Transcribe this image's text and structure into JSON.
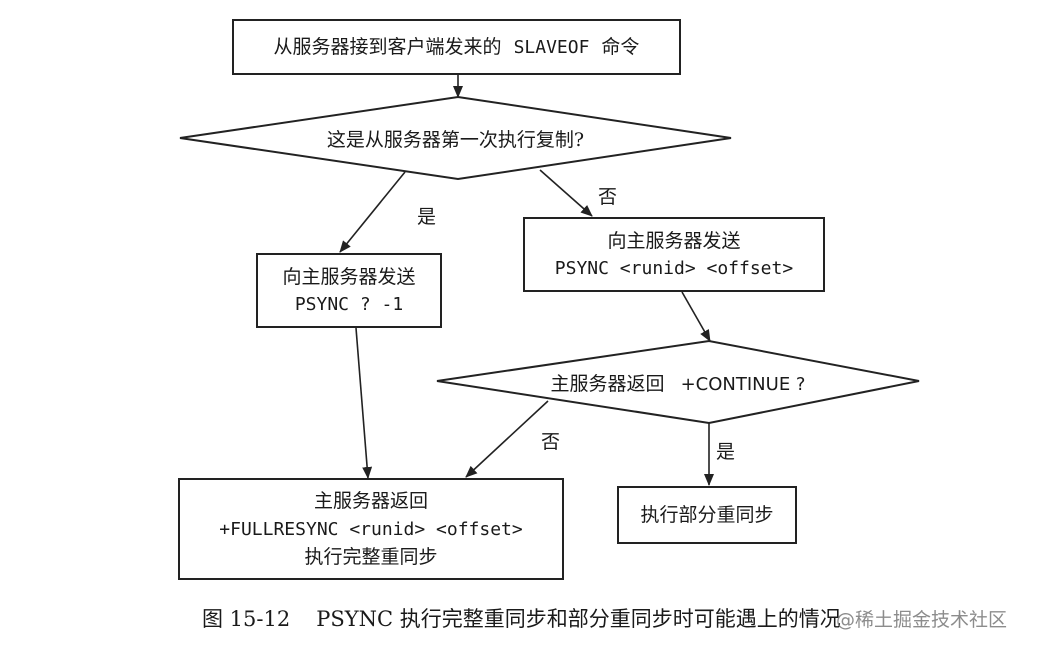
{
  "nodes": {
    "start": {
      "text_cn": "从服务器接到客户端发来的",
      "text_code": "SLAVEOF",
      "text_cn2": "命令"
    },
    "first_time": {
      "text": "这是从服务器第一次执行复制?"
    },
    "send_first": {
      "line1": "向主服务器发送",
      "line2": "PSYNC ? -1"
    },
    "send_runid": {
      "line1": "向主服务器发送",
      "line2": "PSYNC <runid> <offset>"
    },
    "continue_q": {
      "text_cn": "主服务器返回",
      "text_code": "+CONTINUE ?"
    },
    "full_resync": {
      "line1": "主服务器返回",
      "line2": "+FULLRESYNC <runid> <offset>",
      "line3": "执行完整重同步"
    },
    "partial_resync": {
      "text": "执行部分重同步"
    }
  },
  "edge_labels": {
    "first_yes": "是",
    "first_no": "否",
    "continue_no": "否",
    "continue_yes": "是"
  },
  "caption": {
    "number": "图 15-12",
    "text": "PSYNC 执行完整重同步和部分重同步时可能遇上的情况"
  },
  "watermark": "@稀土掘金技术社区"
}
